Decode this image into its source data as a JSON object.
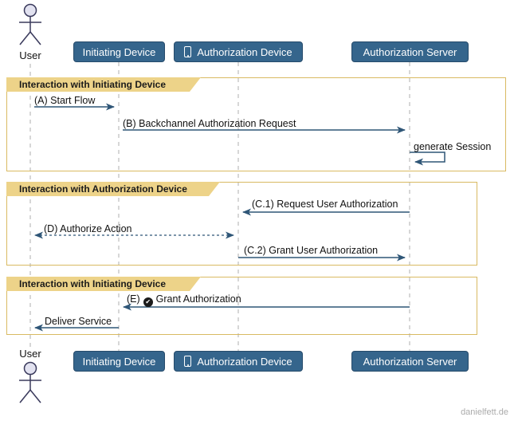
{
  "actor": {
    "name": "User"
  },
  "participants": [
    {
      "id": "initiating-device",
      "label": "Initiating Device",
      "icon": null
    },
    {
      "id": "authorization-device",
      "label": "Authorization Device",
      "icon": "mobile-device-icon"
    },
    {
      "id": "authorization-server",
      "label": "Authorization Server",
      "icon": null
    }
  ],
  "frames": [
    {
      "title": "Interaction with Initiating Device"
    },
    {
      "title": "Interaction with Authorization Device"
    },
    {
      "title": "Interaction with Initiating Device"
    }
  ],
  "messages": [
    {
      "label": "(A) Start Flow",
      "from": "User",
      "to": "Initiating Device",
      "style": "solid"
    },
    {
      "label": "(B) Backchannel Authorization Request",
      "from": "Initiating Device",
      "to": "Authorization Server",
      "style": "solid"
    },
    {
      "label": "generate Session",
      "from": "Authorization Server",
      "to": "Authorization Server",
      "style": "self"
    },
    {
      "label": "(C.1) Request User Authorization",
      "from": "Authorization Server",
      "to": "Authorization Device",
      "style": "solid"
    },
    {
      "label": "(D) Authorize Action",
      "from": "User",
      "to": "Authorization Device",
      "style": "dashed-bidirectional"
    },
    {
      "label": "(C.2) Grant User Authorization",
      "from": "Authorization Device",
      "to": "Authorization Server",
      "style": "solid"
    },
    {
      "prefix": "(E)",
      "icon": "check-circle-icon",
      "label": "Grant Authorization",
      "from": "Authorization Server",
      "to": "Initiating Device",
      "style": "solid"
    },
    {
      "label": "Deliver Service",
      "from": "Initiating Device",
      "to": "User",
      "style": "solid"
    }
  ],
  "watermark": "danielfett.de",
  "colors": {
    "participant_fill": "#35658C",
    "participant_border": "#264B6B",
    "frame_border": "#D9BA62",
    "frame_title_fill": "#EDD389",
    "arrow": "#2F5677",
    "lifeline": "#AFAFAF",
    "actor_head_fill": "#E2E2F0",
    "watermark_text": "#ABABAB"
  }
}
